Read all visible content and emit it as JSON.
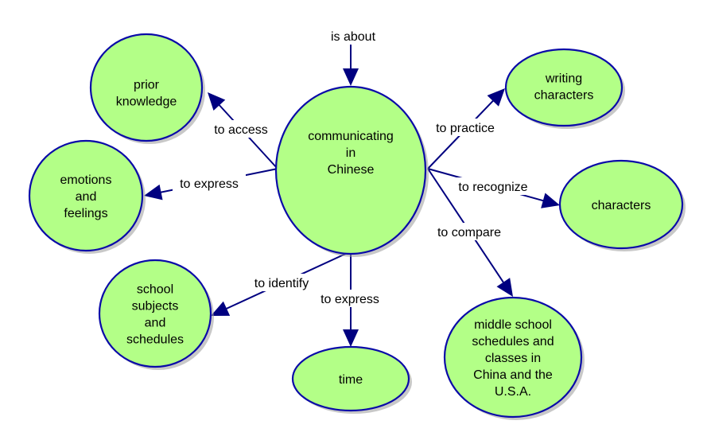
{
  "diagram": {
    "type": "concept-map",
    "colors": {
      "node_fill": "#b3ff87",
      "node_border": "#0a0aa8",
      "link": "#000080",
      "text": "#000000",
      "background": "#ffffff"
    },
    "root_label": "is about",
    "center": {
      "id": "center",
      "lines": [
        "communicating",
        "in",
        "Chinese"
      ]
    },
    "nodes": [
      {
        "id": "prior-knowledge",
        "lines": [
          "prior",
          "knowledge"
        ]
      },
      {
        "id": "emotions-and-feelings",
        "lines": [
          "emotions",
          "and",
          "feelings"
        ]
      },
      {
        "id": "school-subjects-and-schedules",
        "lines": [
          "school",
          "subjects",
          "and",
          "schedules"
        ]
      },
      {
        "id": "time",
        "lines": [
          "time"
        ]
      },
      {
        "id": "writing-characters",
        "lines": [
          "writing",
          "characters"
        ]
      },
      {
        "id": "characters",
        "lines": [
          "characters"
        ]
      },
      {
        "id": "middle-school-schedules",
        "lines": [
          "middle school",
          "schedules and",
          "classes in",
          "China and the",
          "U.S.A."
        ]
      }
    ],
    "links": [
      {
        "from": "center",
        "to": "prior-knowledge",
        "label": "to access"
      },
      {
        "from": "center",
        "to": "emotions-and-feelings",
        "label": "to express"
      },
      {
        "from": "center",
        "to": "school-subjects-and-schedules",
        "label": "to identify"
      },
      {
        "from": "center",
        "to": "time",
        "label": "to express"
      },
      {
        "from": "center",
        "to": "writing-characters",
        "label": "to practice"
      },
      {
        "from": "center",
        "to": "characters",
        "label": "to recognize"
      },
      {
        "from": "center",
        "to": "middle-school-schedules",
        "label": "to compare"
      }
    ]
  }
}
